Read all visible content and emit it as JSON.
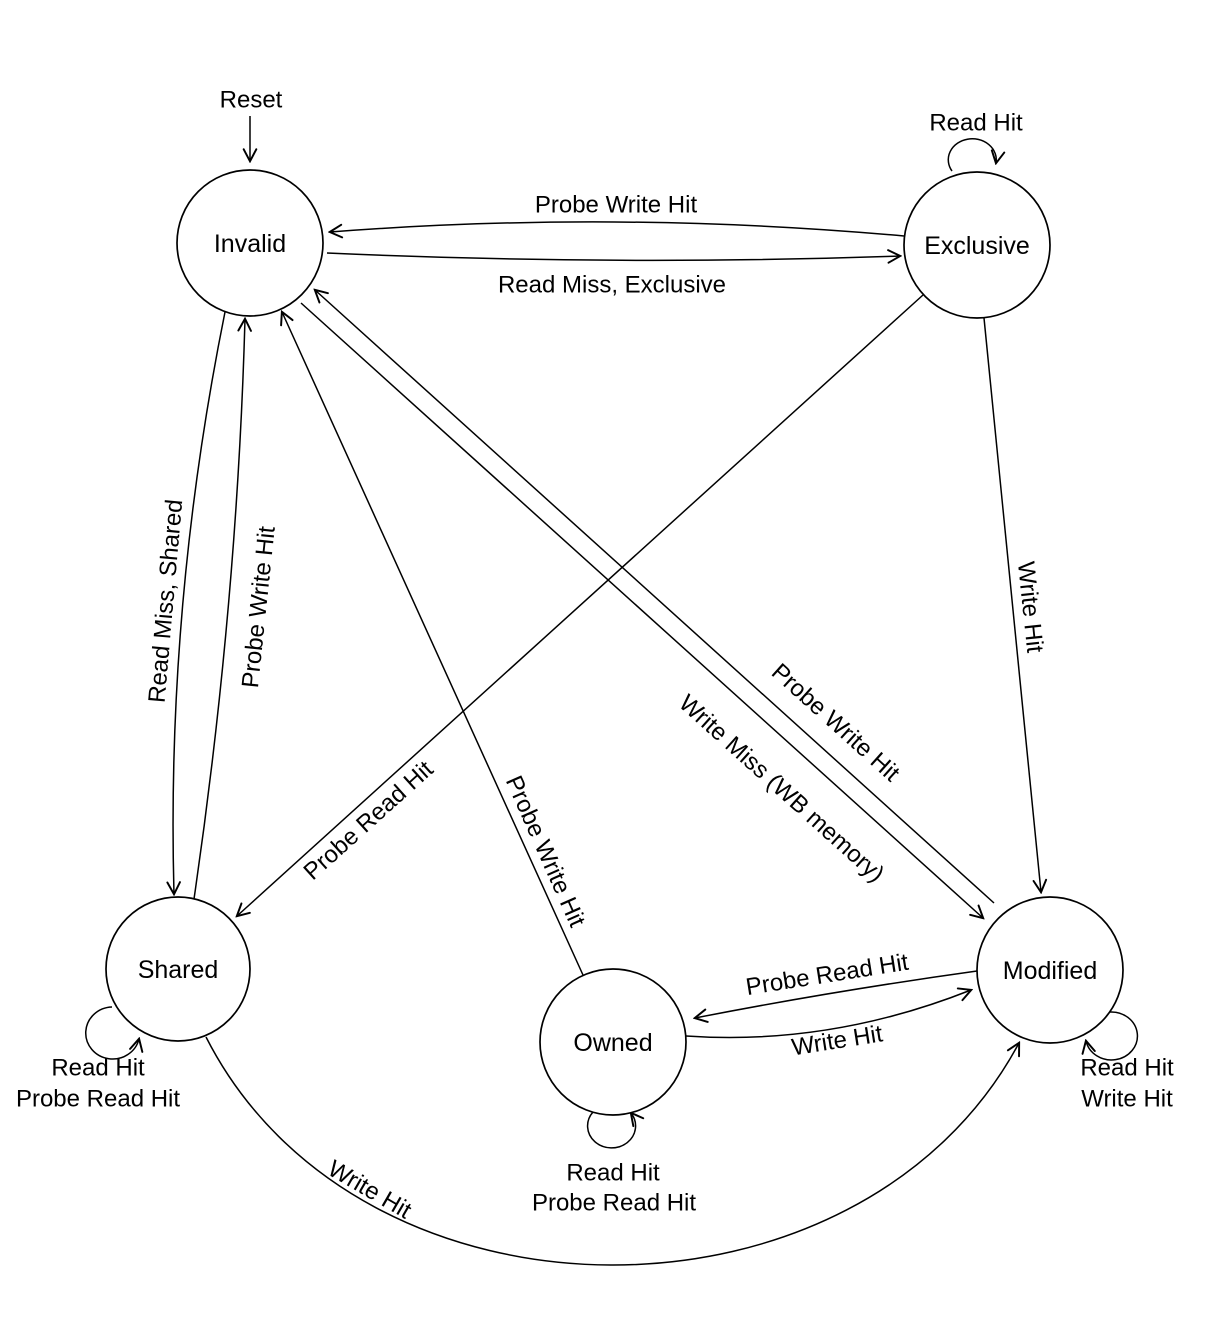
{
  "colors": {
    "ink": "#000000",
    "background": "#ffffff"
  },
  "diagram": {
    "type": "state-diagram",
    "subject": "cache-coherence-protocol",
    "nodes": {
      "invalid": {
        "label": "Invalid"
      },
      "exclusive": {
        "label": "Exclusive"
      },
      "shared": {
        "label": "Shared"
      },
      "owned": {
        "label": "Owned"
      },
      "modified": {
        "label": "Modified"
      }
    },
    "edges": {
      "reset": {
        "label": "Reset",
        "from": "start",
        "to": "invalid"
      },
      "exclusive_to_invalid": {
        "label": "Probe Write Hit",
        "from": "exclusive",
        "to": "invalid"
      },
      "invalid_to_exclusive": {
        "label": "Read Miss, Exclusive",
        "from": "invalid",
        "to": "exclusive"
      },
      "exclusive_self": {
        "label": "Read Hit",
        "from": "exclusive",
        "to": "exclusive"
      },
      "invalid_to_shared": {
        "label": "Read Miss, Shared",
        "from": "invalid",
        "to": "shared"
      },
      "shared_to_invalid": {
        "label": "Probe Write Hit",
        "from": "shared",
        "to": "invalid"
      },
      "exclusive_to_shared": {
        "label": "Probe Read Hit",
        "from": "exclusive",
        "to": "shared"
      },
      "exclusive_to_modified": {
        "label": "Write Hit",
        "from": "exclusive",
        "to": "modified"
      },
      "modified_to_invalid": {
        "label": "Probe Write Hit",
        "from": "modified",
        "to": "invalid"
      },
      "invalid_to_modified": {
        "label": "Write Miss (WB memory)",
        "from": "invalid",
        "to": "modified"
      },
      "owned_to_invalid": {
        "label": "Probe Write Hit",
        "from": "owned",
        "to": "invalid"
      },
      "modified_to_owned": {
        "label": "Probe Read Hit",
        "from": "modified",
        "to": "owned"
      },
      "owned_to_modified": {
        "label": "Write Hit",
        "from": "owned",
        "to": "modified"
      },
      "shared_to_modified": {
        "label": "Write Hit",
        "from": "shared",
        "to": "modified"
      },
      "shared_self": {
        "lines": [
          "Read Hit",
          "Probe Read Hit"
        ],
        "from": "shared",
        "to": "shared"
      },
      "owned_self": {
        "lines": [
          "Read Hit",
          "Probe Read Hit"
        ],
        "from": "owned",
        "to": "owned"
      },
      "modified_self": {
        "lines": [
          "Read Hit",
          "Write Hit"
        ],
        "from": "modified",
        "to": "modified"
      }
    }
  }
}
